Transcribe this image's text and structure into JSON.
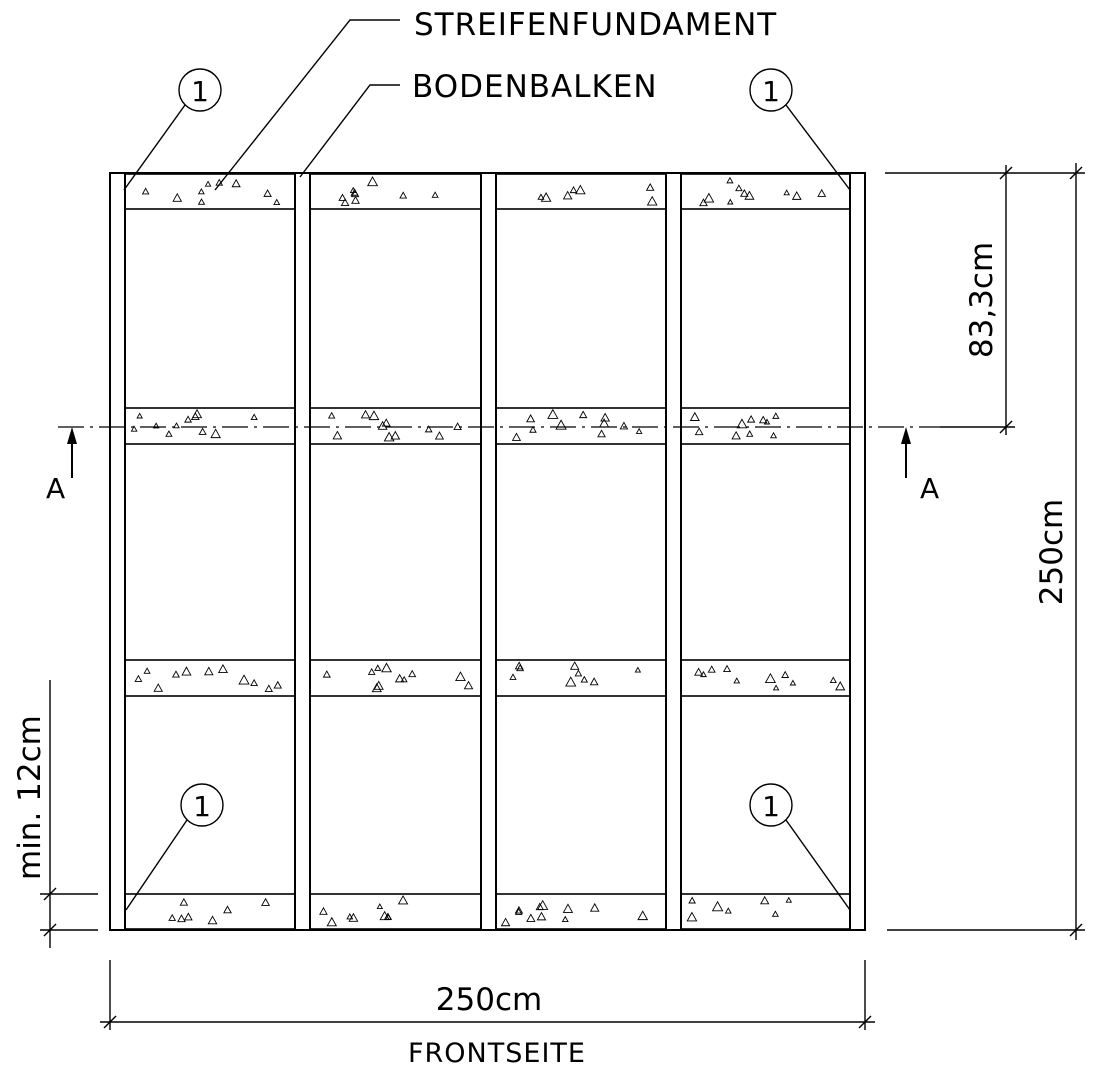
{
  "drawing": {
    "label_foundation": "STREIFENFUNDAMENT",
    "label_beam": "BODENBALKEN",
    "marker_number": "1",
    "section_letter_left": "A",
    "section_letter_right": "A",
    "dim_width": "250cm",
    "dim_height": "250cm",
    "dim_spacing": "83,3cm",
    "dim_min": "min. 12cm",
    "caption": "FRONTSEITE"
  }
}
